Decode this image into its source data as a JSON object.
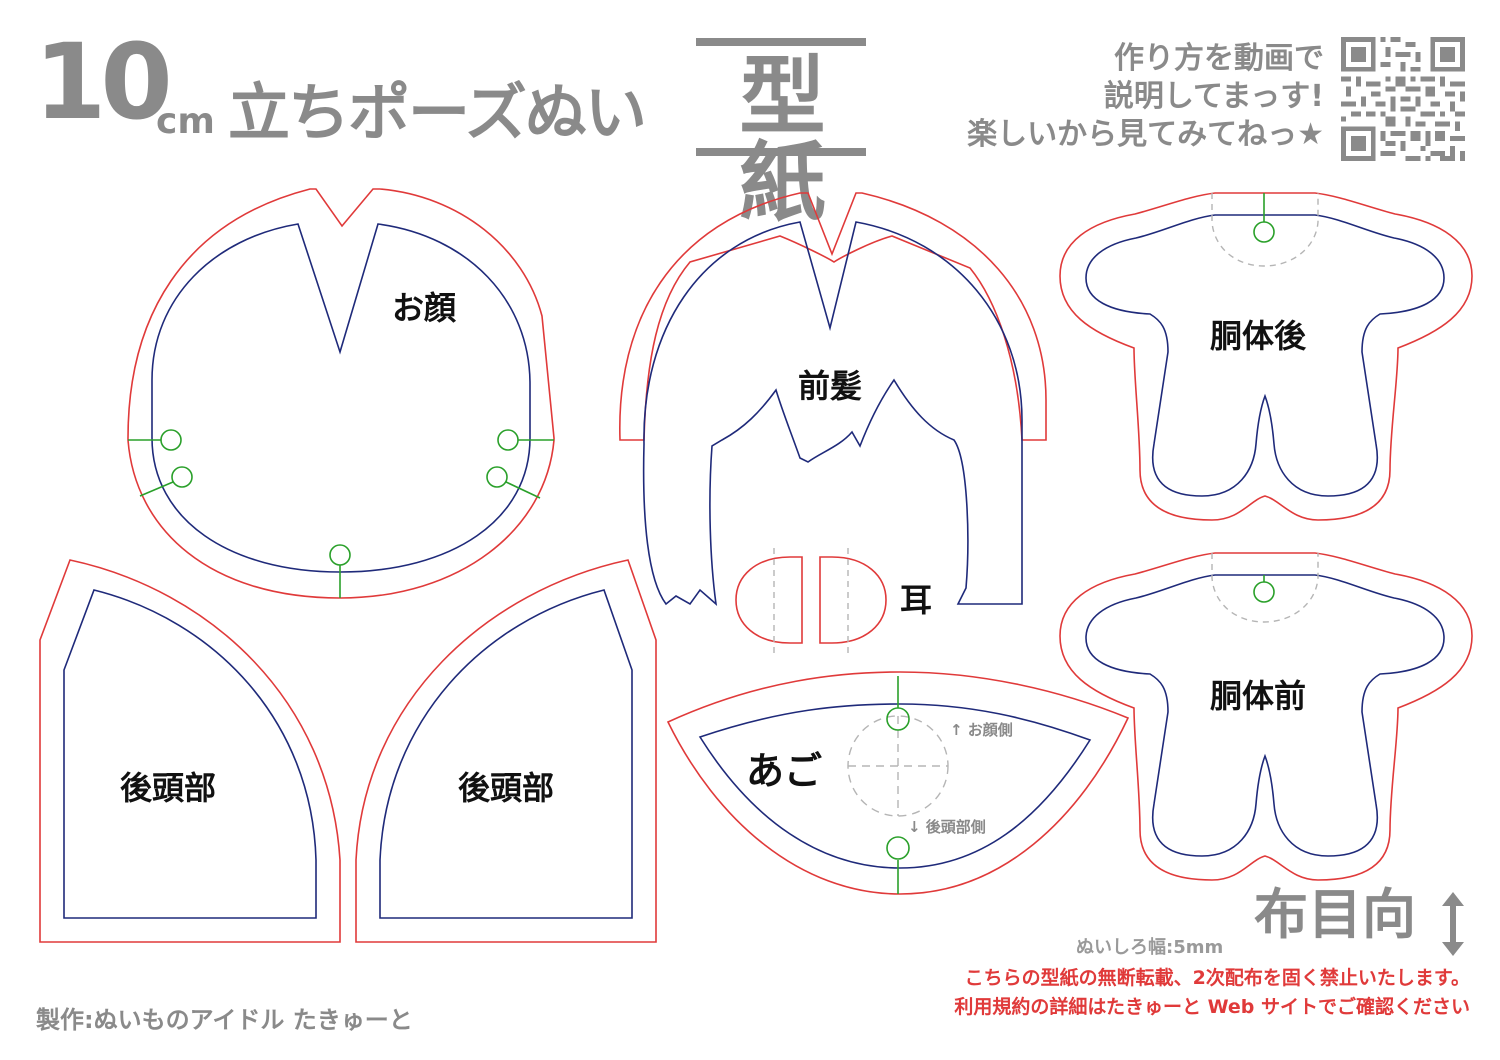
{
  "title": {
    "size": "10",
    "unit": "cm",
    "main": "立ちポーズぬい",
    "kata": "型紙"
  },
  "video_note": {
    "line1": "作り方を動画で",
    "line2": "説明してまっす!",
    "line3": "楽しいから見てみてねっ★"
  },
  "pieces": {
    "face": "お顔",
    "bangs": "前髪",
    "back_head_left": "後頭部",
    "back_head_right": "後頭部",
    "ear": "耳",
    "chin": "あご",
    "body_back": "胴体後",
    "body_front": "胴体前"
  },
  "chin_marks": {
    "face_side": "↑ お顔側",
    "back_side": "↓ 後頭部側"
  },
  "seam_allowance": "ぬいしろ幅:5mm",
  "grain": "布目向",
  "notice": {
    "line1": "こちらの型紙の無断転載、2次配布を固く禁止いたします。",
    "line2": "利用規約の詳細はたきゅーと Web サイトでご確認ください"
  },
  "credit": "製作:ぬいものアイドル たきゅーと",
  "colors": {
    "cut_line": "#e03a3a",
    "sew_line": "#1f2a7a",
    "match_mark": "#2aa02a",
    "guide": "#b5b5b5",
    "heading": "#8a8a8a"
  },
  "icons": [
    "qr-code-icon",
    "grain-arrow-icon"
  ]
}
